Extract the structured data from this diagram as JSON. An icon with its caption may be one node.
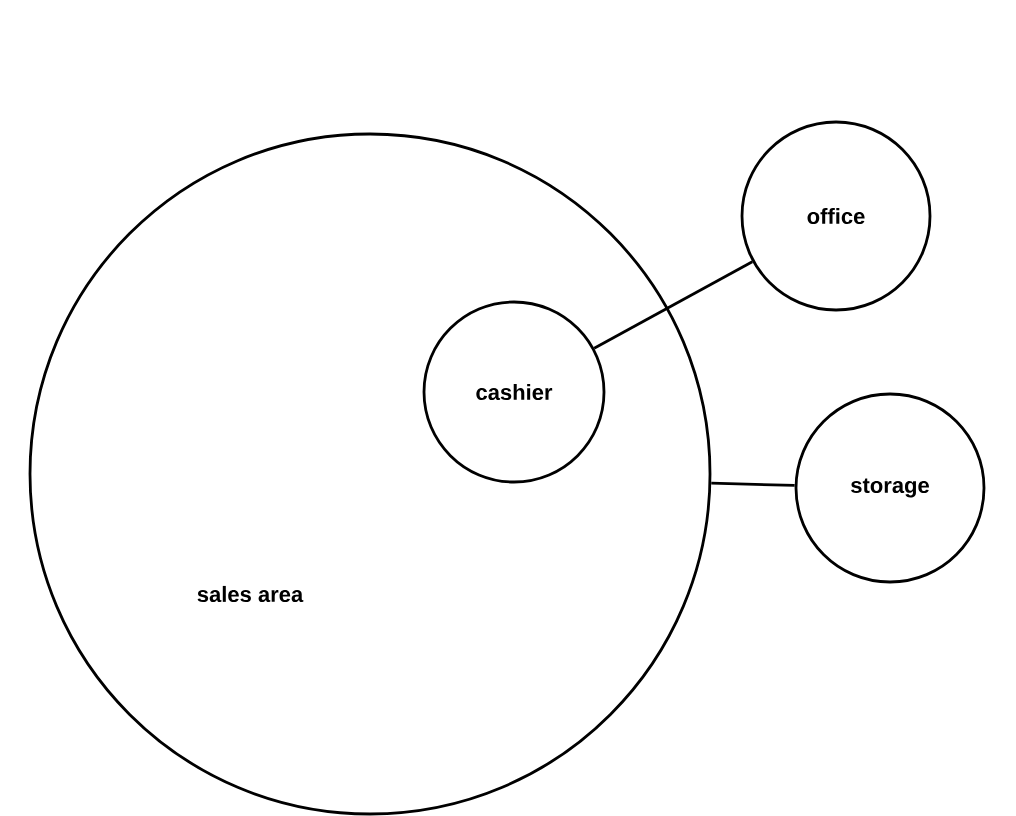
{
  "diagram": {
    "nodes": [
      {
        "text": [
          "sales area"
        ]
      },
      {
        "text": [
          "cashier"
        ],
        "in": 0
      },
      {
        "text": [
          "office"
        ]
      },
      {
        "text": [
          "storage"
        ]
      }
    ],
    "edges": [
      {
        "from": 1,
        "to": 2,
        "arrow": "none"
      },
      {
        "from": 0,
        "to": 3,
        "arrow": "none"
      }
    ]
  }
}
